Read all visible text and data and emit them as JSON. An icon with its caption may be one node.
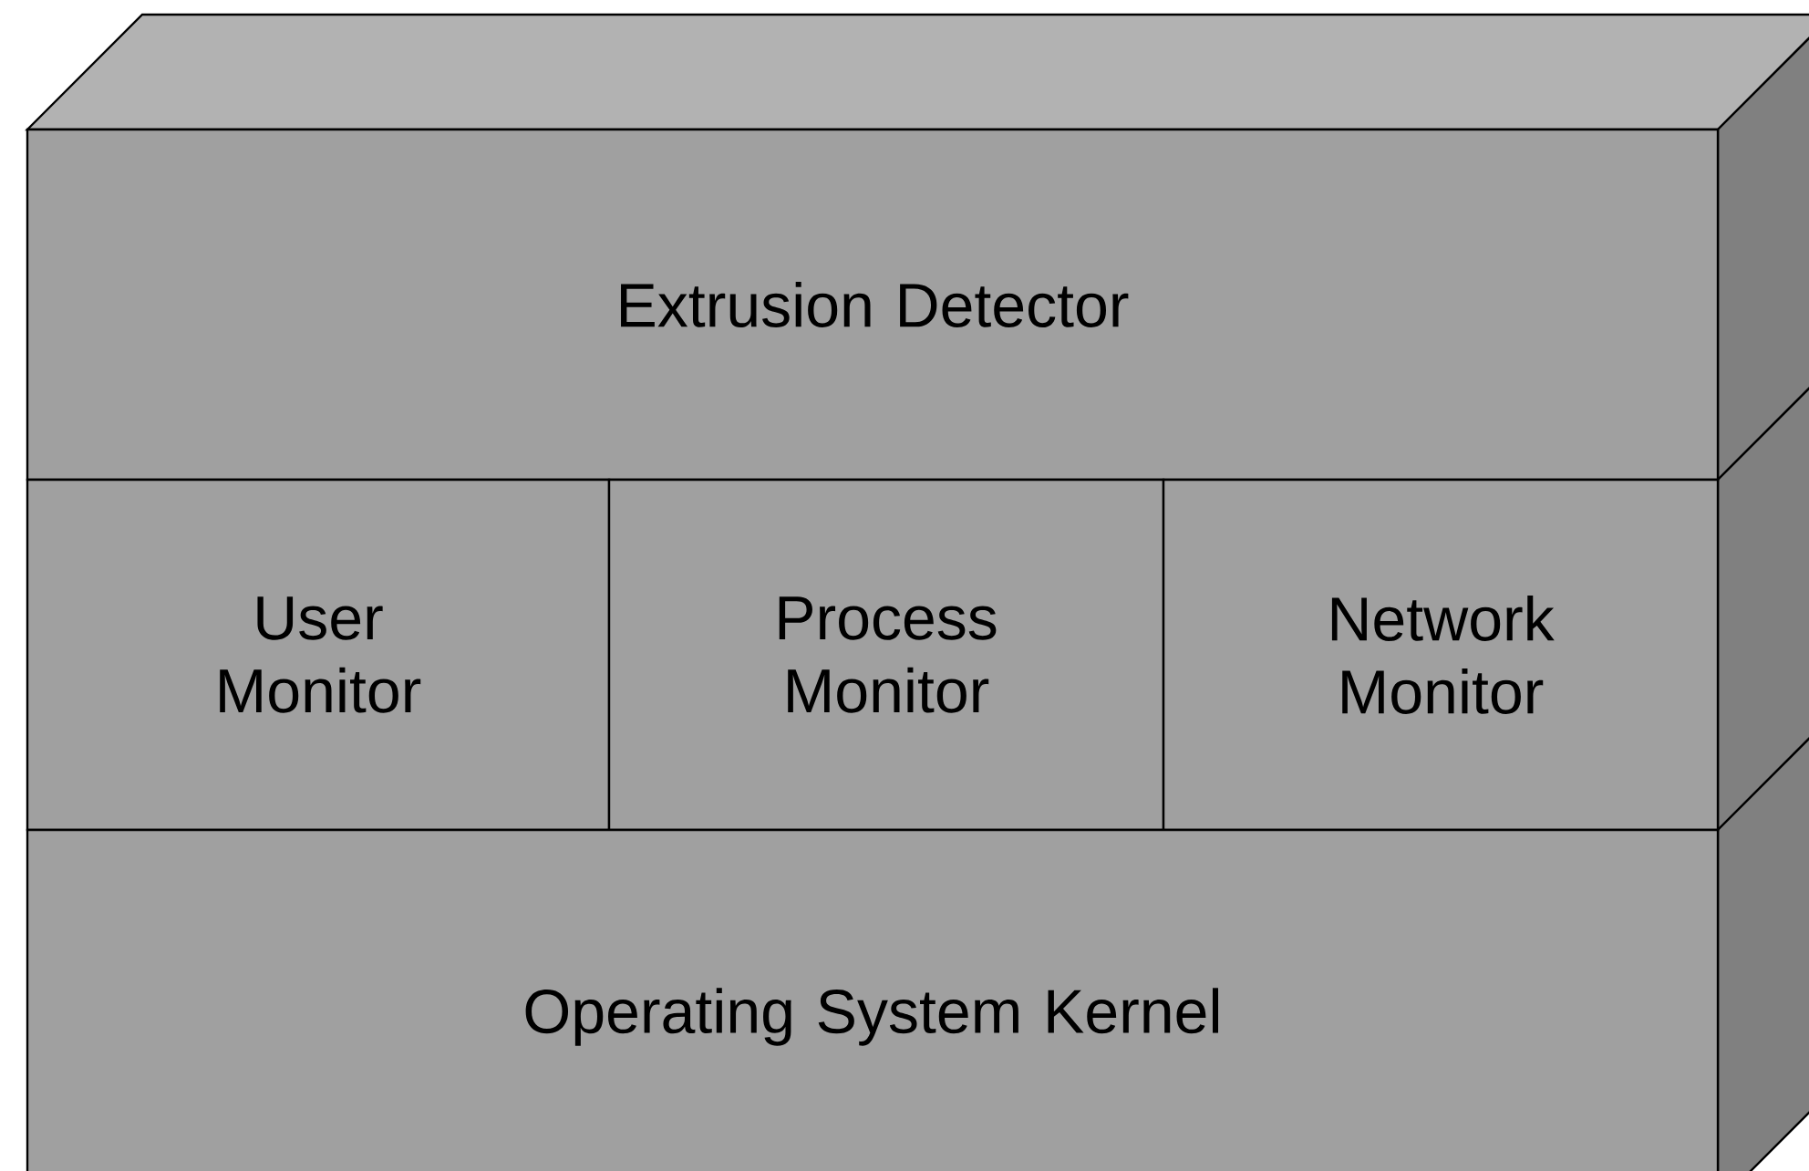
{
  "diagram": {
    "nodes": [
      {
        "text": [
          "Extrusion Detector"
        ]
      },
      {
        "text": [
          "User Monitor"
        ]
      },
      {
        "text": [
          "Process Monitor"
        ]
      },
      {
        "text": [
          "Network Monitor"
        ]
      },
      {
        "text": [
          "Operating System Kernel"
        ]
      }
    ]
  }
}
